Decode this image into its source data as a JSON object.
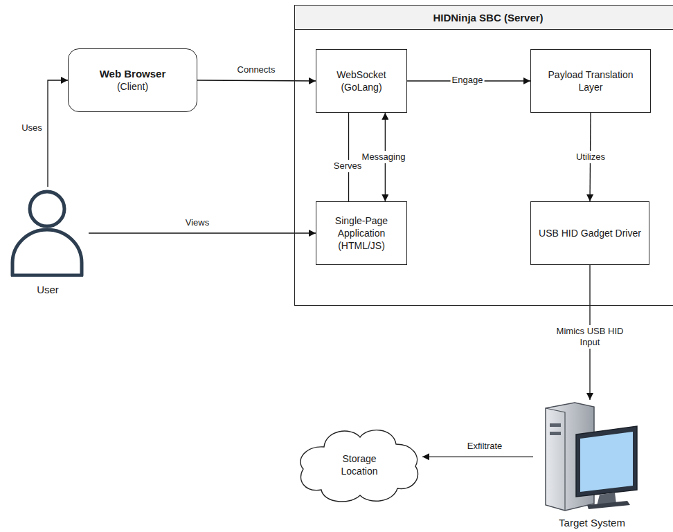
{
  "diagram": {
    "nodes": [
      {
        "text": [
          "Web Browser",
          "(Client)"
        ]
      },
      {
        "text": [
          "HIDNinja SBC (Server)"
        ]
      },
      {
        "text": [
          "WebSocket (GoLang)"
        ],
        "in": 1
      },
      {
        "text": [
          "Payload Translation Layer"
        ],
        "in": 1
      },
      {
        "text": [
          "Single-Page Application (HTML/JS)"
        ],
        "in": 1
      },
      {
        "text": [
          "USB HID Gadget Driver"
        ],
        "in": 1
      },
      {
        "text": [
          "User"
        ]
      },
      {
        "text": [
          "Target System"
        ]
      },
      {
        "text": [
          "Storage Location"
        ]
      }
    ],
    "edges": [
      {
        "from": 6,
        "to": 0,
        "label": "Uses",
        "arrow": "to"
      },
      {
        "from": 0,
        "to": 2,
        "label": "Connects",
        "arrow": "to"
      },
      {
        "from": 2,
        "to": 3,
        "label": "Engage",
        "arrow": "to"
      },
      {
        "from": 2,
        "to": 4,
        "label": "Serves",
        "arrow": "none"
      },
      {
        "from": 2,
        "to": 4,
        "label": "Messaging",
        "arrow": "both"
      },
      {
        "from": 6,
        "to": 4,
        "label": "Views",
        "arrow": "to"
      },
      {
        "from": 3,
        "to": 5,
        "label": "Utilizes",
        "arrow": "to"
      },
      {
        "from": 5,
        "to": 7,
        "label": "Mimics USB HID Input",
        "arrow": "to"
      },
      {
        "from": 7,
        "to": 8,
        "label": "Exfiltrate",
        "arrow": "to"
      }
    ]
  }
}
